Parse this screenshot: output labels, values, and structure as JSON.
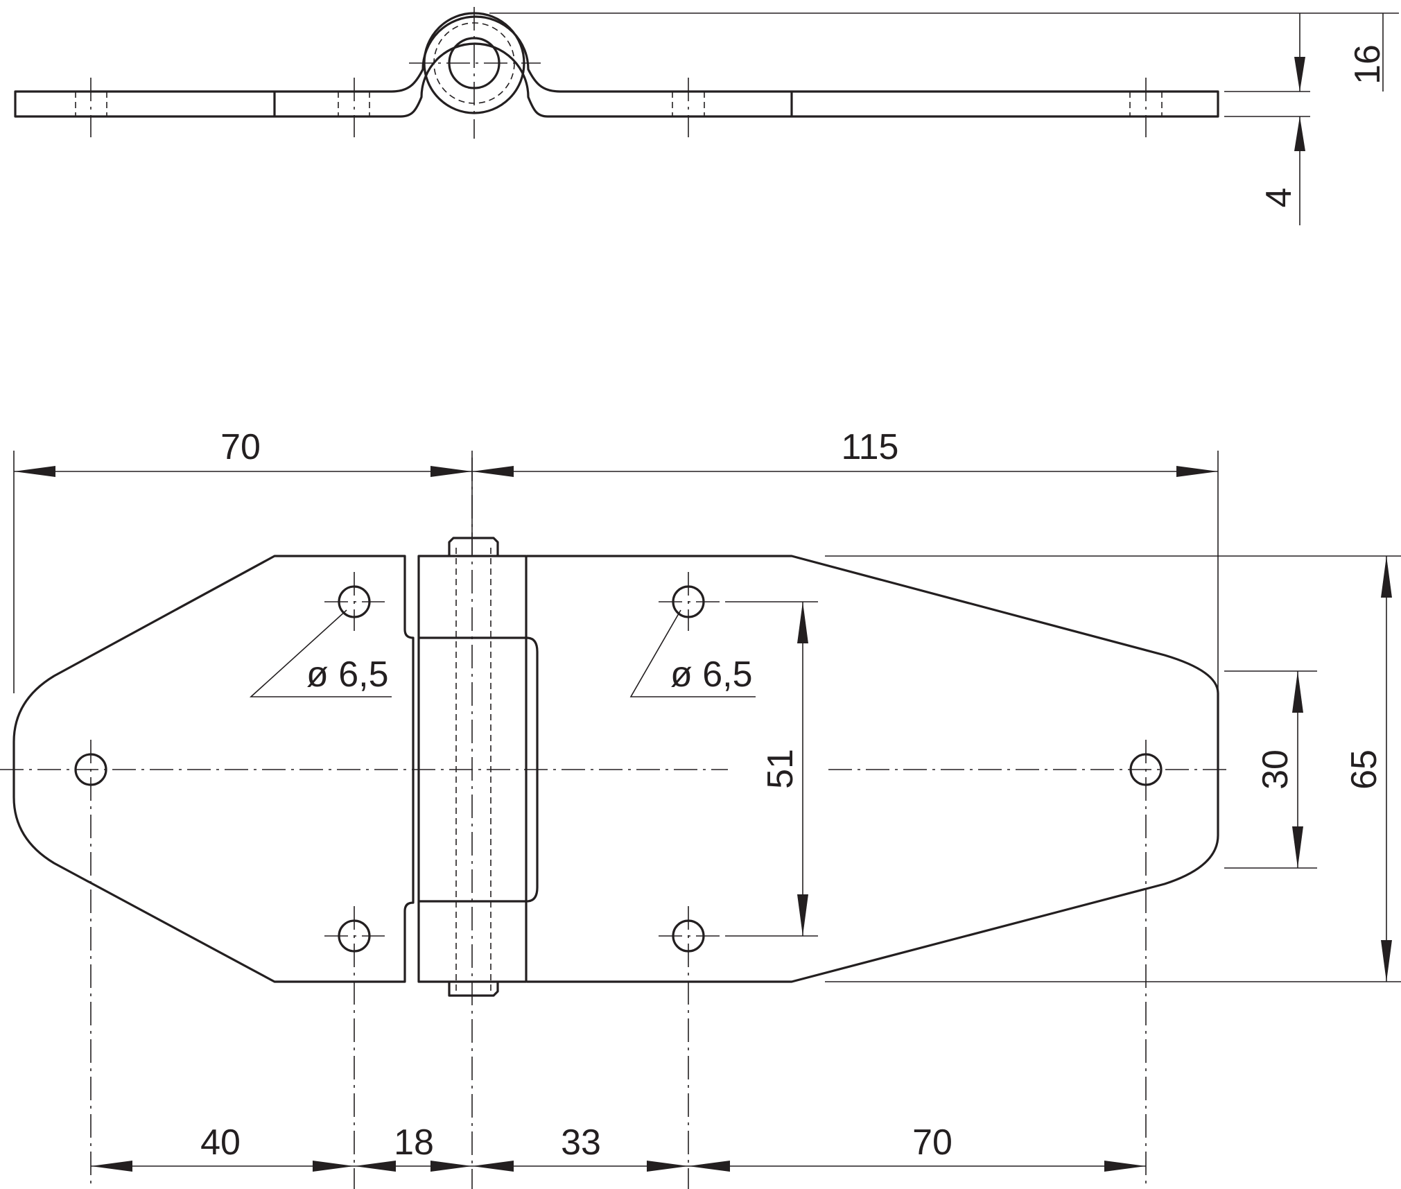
{
  "drawing": {
    "top_view": {
      "dim_height": "16",
      "dim_thickness": "4"
    },
    "front_view": {
      "dim_left_width": "70",
      "dim_right_width": "115",
      "hole_label_left": "ø 6,5",
      "hole_label_right": "ø 6,5",
      "dim_hole_vertical": "51",
      "dim_end_height": "30",
      "dim_total_height": "65",
      "dim_bottom_40": "40",
      "dim_bottom_18": "18",
      "dim_bottom_33": "33",
      "dim_bottom_70": "70"
    }
  }
}
